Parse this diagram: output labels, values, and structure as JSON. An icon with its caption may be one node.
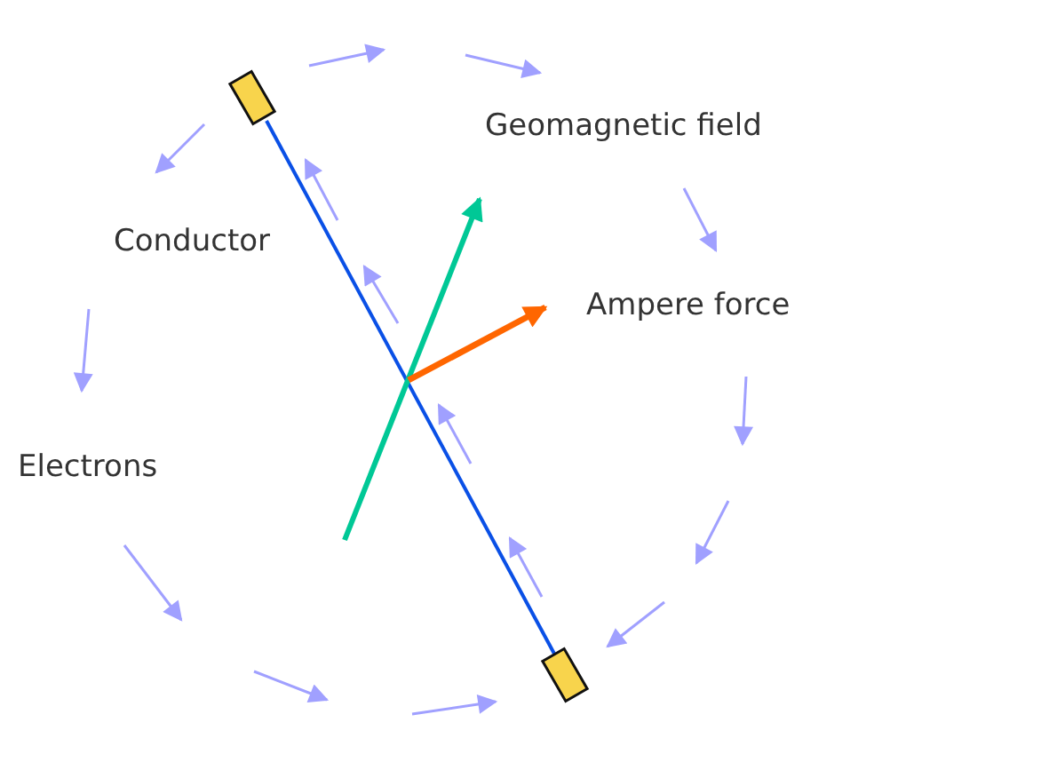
{
  "diagram": {
    "nodes": [
      {
        "text": [],
        "shape": "box"
      },
      {
        "text": [],
        "shape": "box"
      }
    ],
    "edges": [
      {
        "from": 0,
        "to": 1,
        "arrow": "none"
      }
    ],
    "labels": [
      "Geomagnetic field",
      "Conductor",
      "Ampere force",
      "Electrons"
    ]
  }
}
